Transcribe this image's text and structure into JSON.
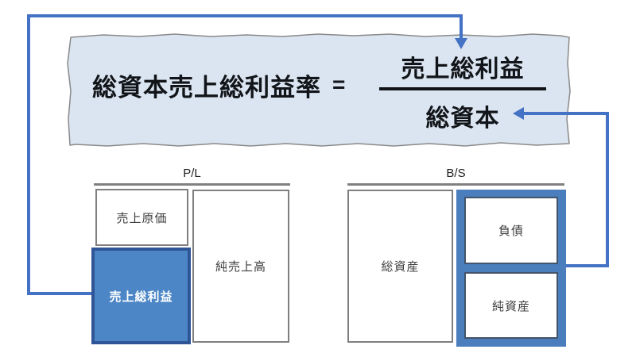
{
  "formula": {
    "title": "総資本売上総利益率",
    "equals": "=",
    "numerator": "売上総利益",
    "denominator": "総資本"
  },
  "pl": {
    "label": "P/L",
    "boxes": {
      "cost_of_sales": "売上原価",
      "gross_profit": "売上総利益",
      "net_sales": "純売上高"
    }
  },
  "bs": {
    "label": "B/S",
    "boxes": {
      "total_assets": "総資産",
      "liabilities": "負債",
      "net_assets": "純資産"
    }
  },
  "colors": {
    "arrow_blue": "#4472C4",
    "banner_bg": "#DBE5F1",
    "banner_edge": "#8A8A8A",
    "highlight_fill": "#4C86C6",
    "highlight_border": "#2F5597",
    "bs_frame_blue": "#4A7EBD",
    "gray_box_border": "#7F7F7F",
    "inner_box_border": "#44546A",
    "formula_text": "#111418"
  }
}
